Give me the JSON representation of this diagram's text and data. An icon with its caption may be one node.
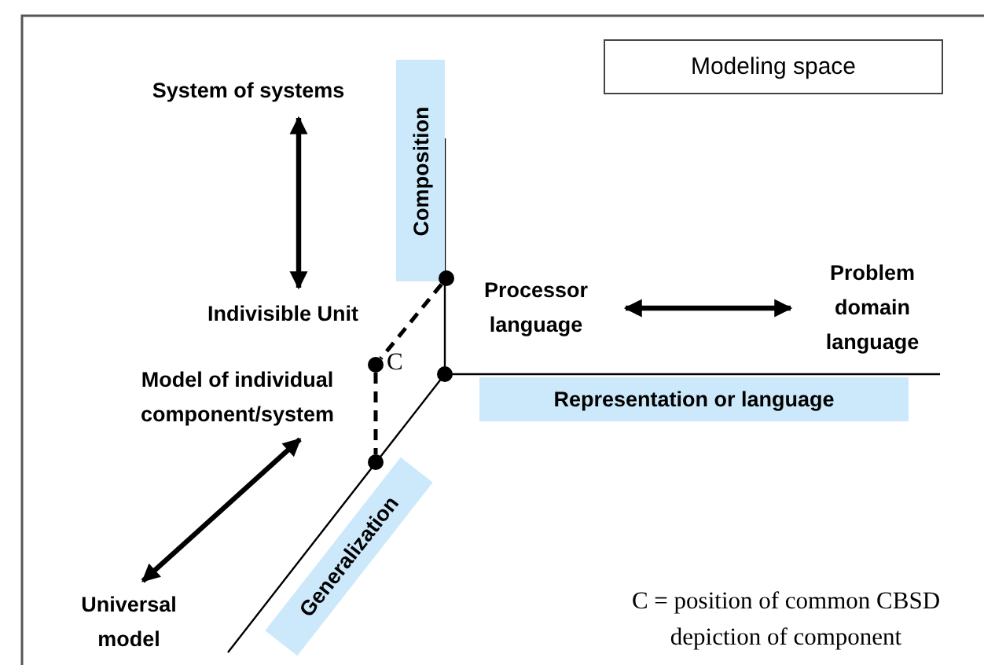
{
  "diagram": {
    "nodes": [
      {
        "text": [
          "Modeling space"
        ]
      },
      {
        "text": [
          "System of systems"
        ]
      },
      {
        "text": [
          "Indivisible Unit"
        ]
      },
      {
        "text": [
          "Processor language"
        ]
      },
      {
        "text": [
          "Problem domain language"
        ]
      },
      {
        "text": [
          "Model of individual component/system"
        ]
      },
      {
        "text": [
          "Universal model"
        ]
      },
      {
        "text": [
          "Composition"
        ]
      },
      {
        "text": [
          "Representation or language"
        ]
      },
      {
        "text": [
          "Generalization"
        ]
      },
      {
        "text": [],
        "shape": "circle"
      },
      {
        "text": [],
        "shape": "circle"
      },
      {
        "text": [],
        "shape": "circle",
        "beside": [
          "C"
        ]
      },
      {
        "text": [],
        "shape": "circle"
      }
    ],
    "edges": [
      {
        "from": 1,
        "to": 2,
        "arrow": "both"
      },
      {
        "from": 3,
        "to": 4,
        "arrow": "both"
      },
      {
        "from": 6,
        "to": 5,
        "arrow": "both"
      },
      {
        "from": 11,
        "to": 12,
        "arrow": "none",
        "style": "dashed"
      },
      {
        "from": 12,
        "to": 13,
        "arrow": "none",
        "style": "dashed"
      }
    ],
    "labels": [
      "C = position of common CBSD depiction of component"
    ]
  }
}
